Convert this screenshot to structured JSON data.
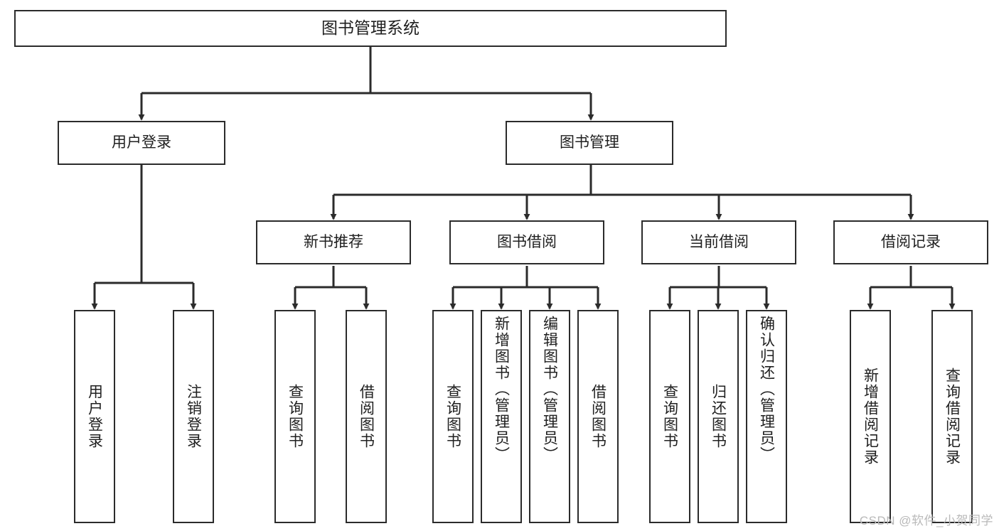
{
  "diagram": {
    "title": "图书管理系统",
    "type": "tree",
    "style": {
      "box_border": "#2b2b2b",
      "box_fill": "#ffffff",
      "text": "#202020",
      "connector": "#2b2b2b",
      "background": "#ffffff"
    },
    "root": {
      "label": "图书管理系统"
    },
    "level2": [
      {
        "label": "用户登录"
      },
      {
        "label": "图书管理"
      }
    ],
    "level3": [
      {
        "label": "新书推荐"
      },
      {
        "label": "图书借阅"
      },
      {
        "label": "当前借阅"
      },
      {
        "label": "借阅记录"
      }
    ],
    "leaves": {
      "user_login": [
        {
          "label": "用户登录"
        },
        {
          "label": "注销登录"
        }
      ],
      "new_book_recommend": [
        {
          "label": "查询图书"
        },
        {
          "label": "借阅图书"
        }
      ],
      "book_borrow": [
        {
          "label": "查询图书"
        },
        {
          "label": "新增图书（管理员）"
        },
        {
          "label": "编辑图书（管理员）"
        },
        {
          "label": "借阅图书"
        }
      ],
      "current_borrow": [
        {
          "label": "查询图书"
        },
        {
          "label": "归还图书"
        },
        {
          "label": "确认归还（管理员）"
        }
      ],
      "borrow_record": [
        {
          "label": "新增借阅记录"
        },
        {
          "label": "查询借阅记录"
        }
      ]
    }
  },
  "watermark": {
    "text": "CSDN @软件_小贺同学"
  }
}
